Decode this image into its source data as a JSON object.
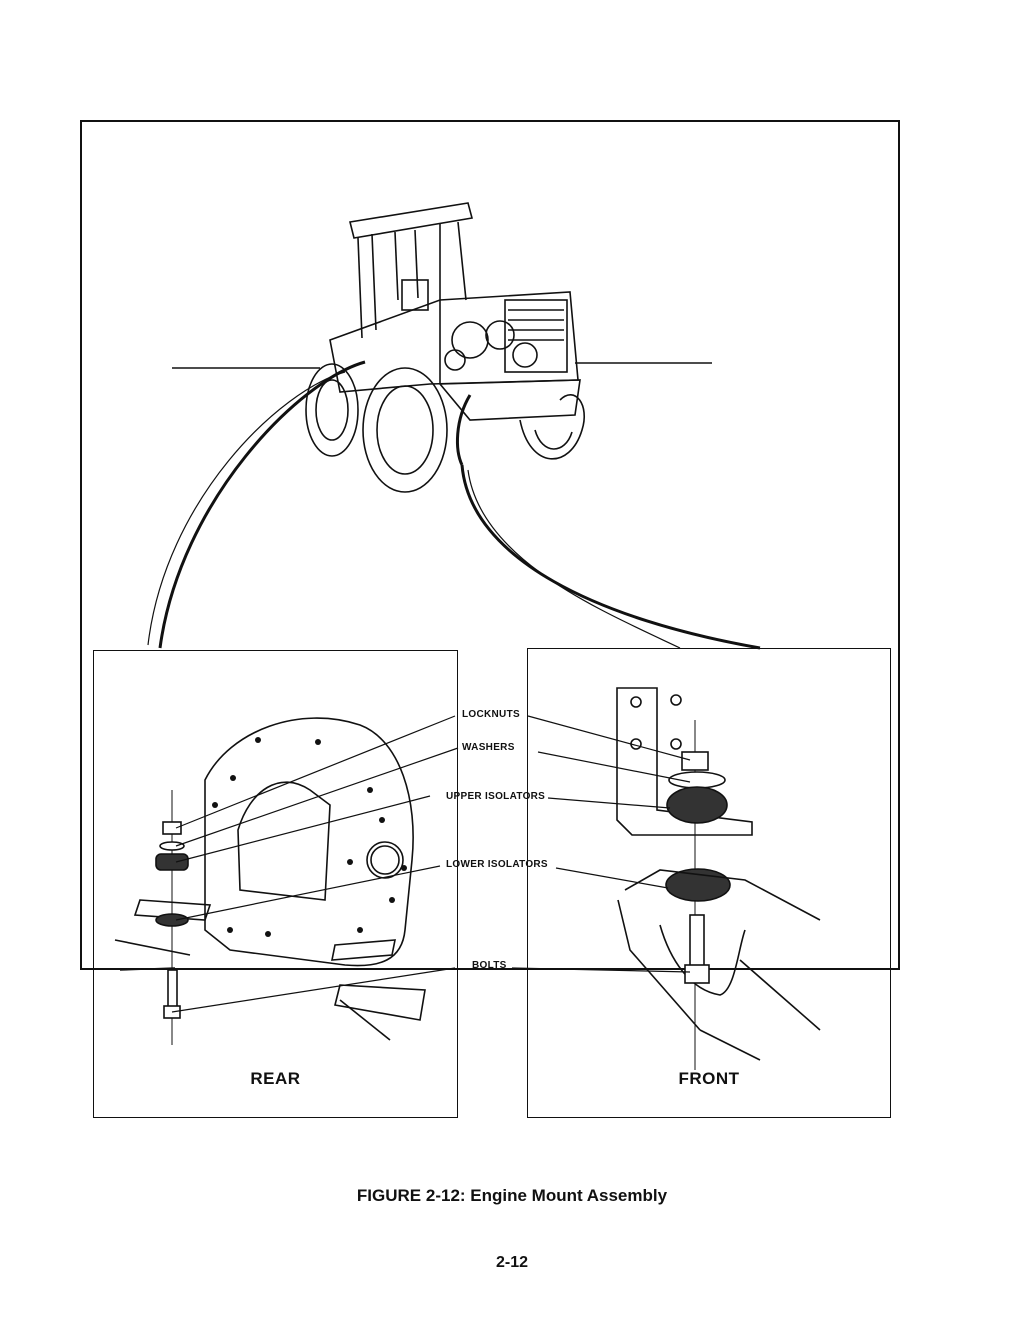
{
  "figure": {
    "caption": "FIGURE 2-12: Engine Mount Assembly",
    "page_number": "2-12"
  },
  "panels": {
    "rear_label": "REAR",
    "front_label": "FRONT"
  },
  "callouts": {
    "locknuts": "LOCKNUTS",
    "washers": "WASHERS",
    "upper_isolators": "UPPER ISOLATORS",
    "lower_isolators": "LOWER ISOLATORS",
    "bolts": "BOLTS"
  }
}
